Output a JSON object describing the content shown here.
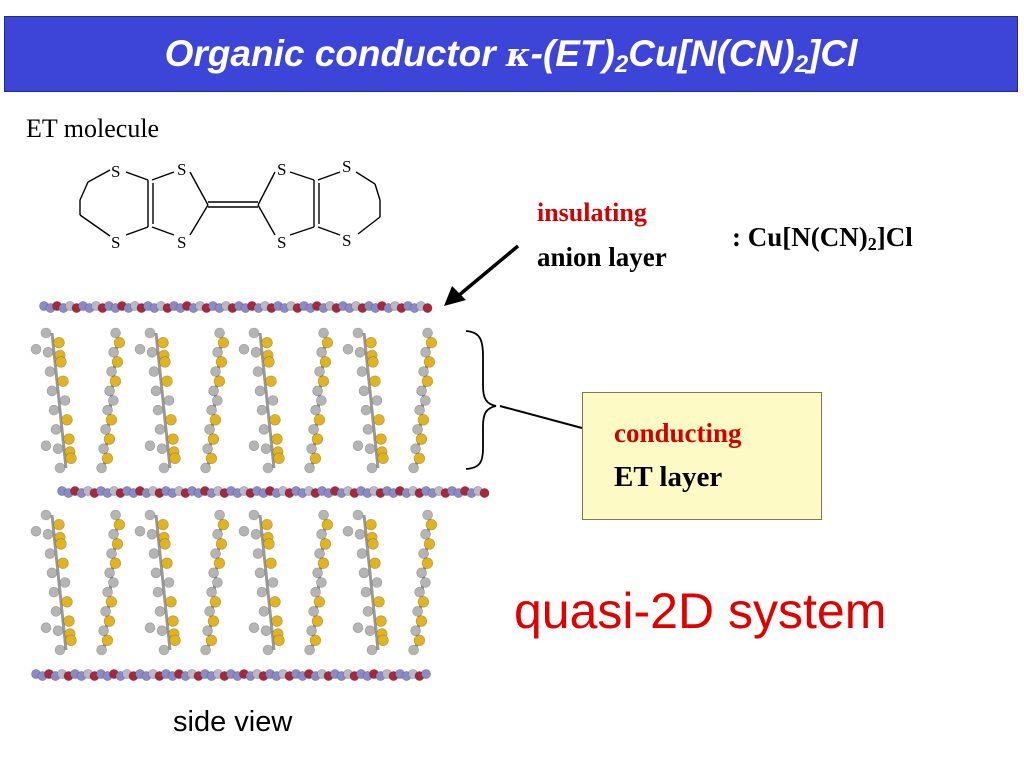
{
  "slide": {
    "title": {
      "prefix": "Organic conductor ",
      "kappa": "κ",
      "part1": "-(ET)",
      "sub1": "2",
      "part2": "Cu[N(CN)",
      "sub2": "2",
      "part3": "]Cl"
    },
    "molecule_label": "ET molecule",
    "sulfur_label": "S",
    "insulating_label": "insulating",
    "anion_layer_label": "anion layer",
    "formula": {
      "prefix": ": Cu[N(CN)",
      "sub": "2",
      "suffix": "]Cl"
    },
    "conducting_label": "conducting",
    "et_layer_label": "ET layer",
    "quasi_label": "quasi-2D system",
    "side_view_label": "side view"
  },
  "colors": {
    "title_bar": "#3d45d8",
    "accent_red": "#d40000",
    "box_fill": "#fdfac6",
    "sulfur_yellow": "#e2b321",
    "carbon_grey": "#b4b4b4",
    "anion_blue": "#8a8ac6",
    "anion_red": "#a8283a"
  }
}
